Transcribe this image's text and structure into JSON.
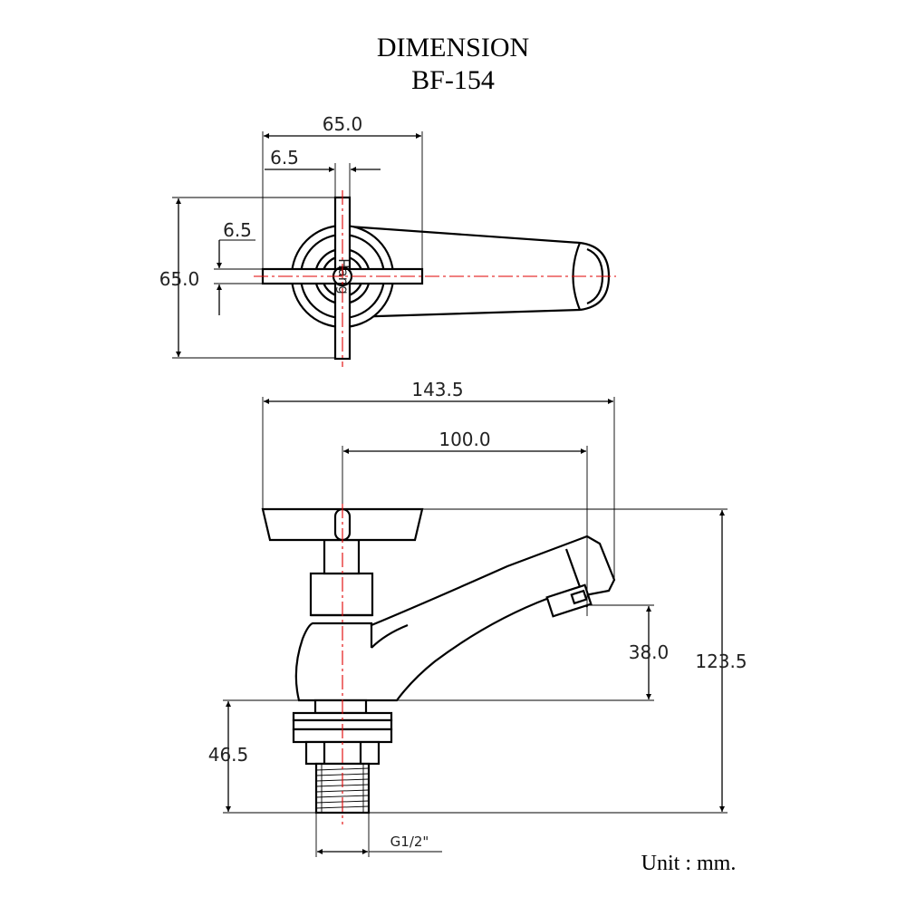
{
  "title": {
    "line1": "DIMENSION",
    "line2": "BF-154"
  },
  "unit_label": "Unit : mm.",
  "top_view": {
    "dimensions": {
      "overall_width": "65.0",
      "handle_bar_width": "6.5",
      "handle_bar_height": "6.5",
      "overall_height": "65.0"
    },
    "handle_logo": "Hang"
  },
  "side_view": {
    "dimensions": {
      "overall_length": "143.5",
      "spout_reach": "100.0",
      "spout_height": "38.0",
      "overall_height": "123.5",
      "thread_length": "46.5",
      "thread_size": "G1/2\""
    }
  }
}
